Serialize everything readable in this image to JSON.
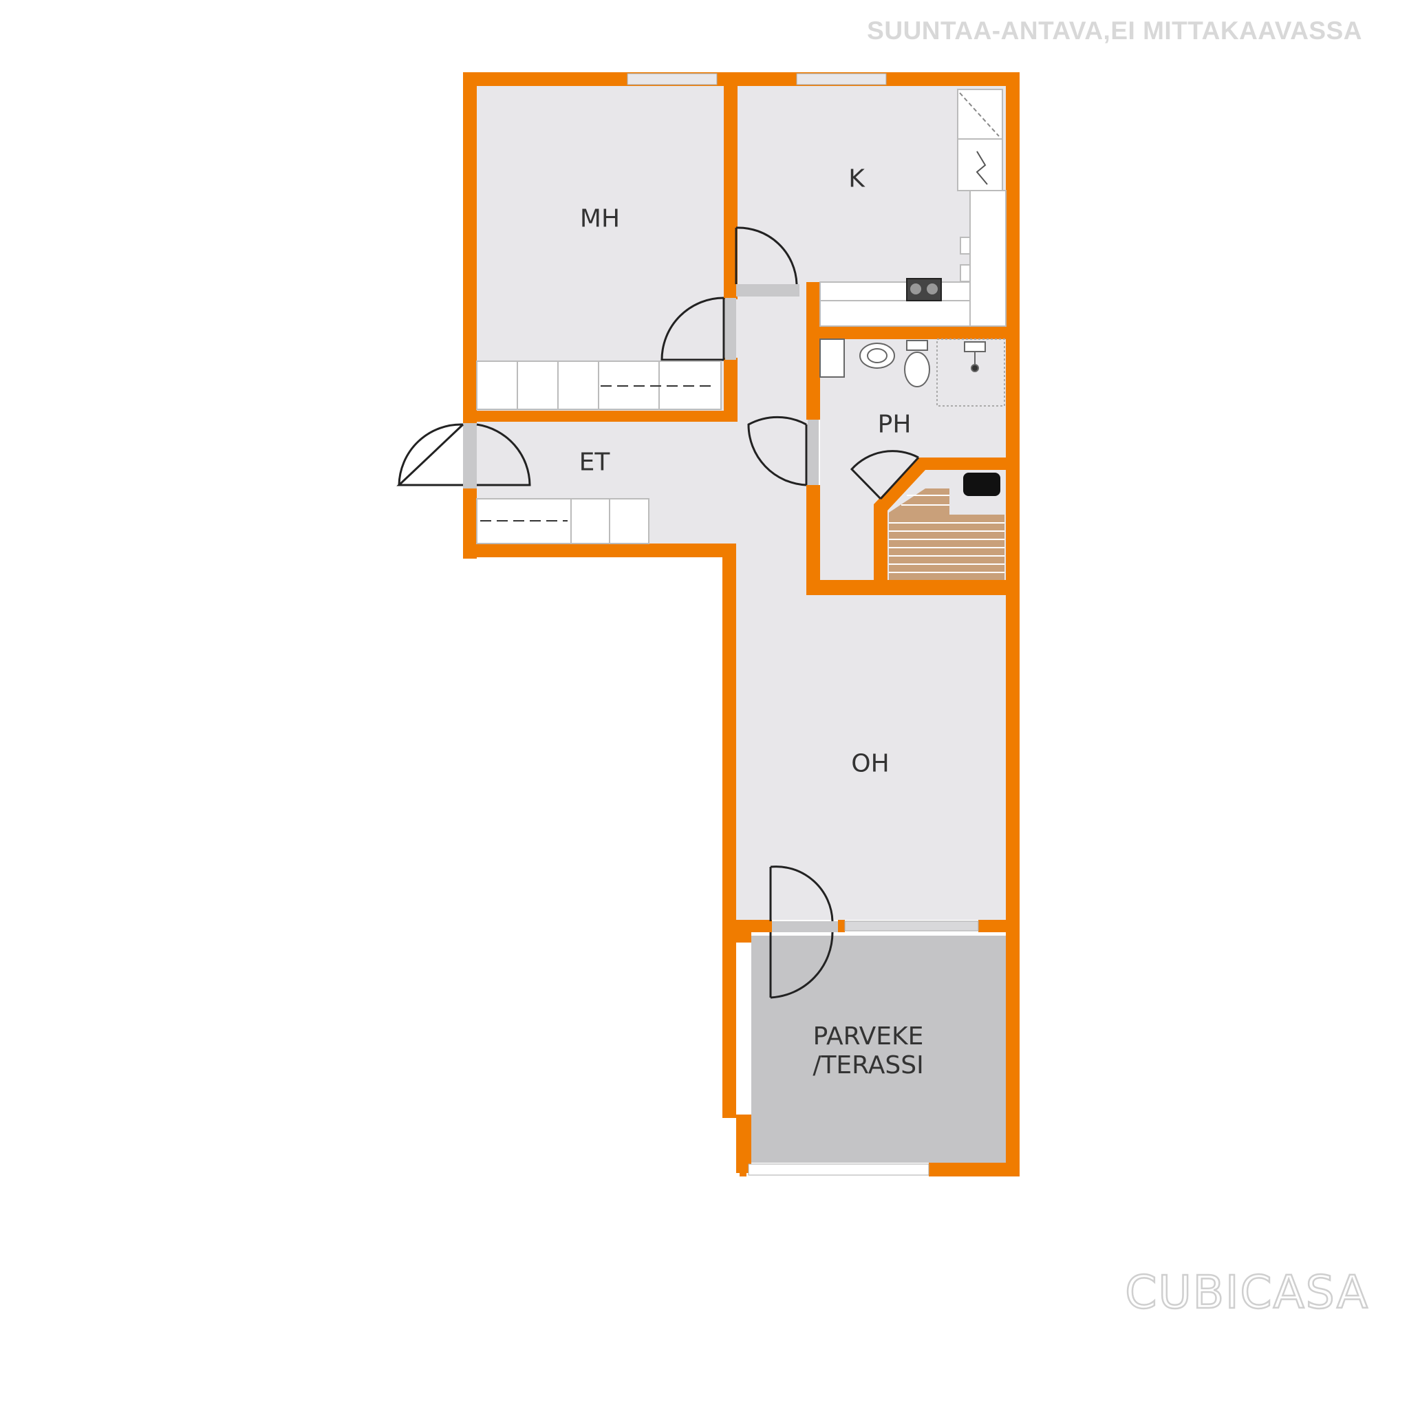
{
  "disclaimer": "SUUNTAA-ANTAVA,EI MITTAKAAVASSA",
  "logo": "CUBICASA",
  "colors": {
    "wall": "#F07C00",
    "floor": "#E8E7EA",
    "balcony": "#C4C4C6",
    "fixture": "#FFFFFF",
    "sauna_bench": "#C9A07A",
    "text": "#333333"
  },
  "rooms": {
    "mh": "MH",
    "k": "K",
    "et": "ET",
    "ph": "PH",
    "oh": "OH",
    "parveke_line1": "PARVEKE",
    "parveke_line2": "/TERASSI"
  },
  "icons": [
    "door-swing-icon",
    "window-icon",
    "wardrobe-icon",
    "sink-icon",
    "toilet-icon",
    "shower-icon",
    "stove-icon",
    "sauna-heater-icon",
    "kitchen-counter-icon"
  ]
}
